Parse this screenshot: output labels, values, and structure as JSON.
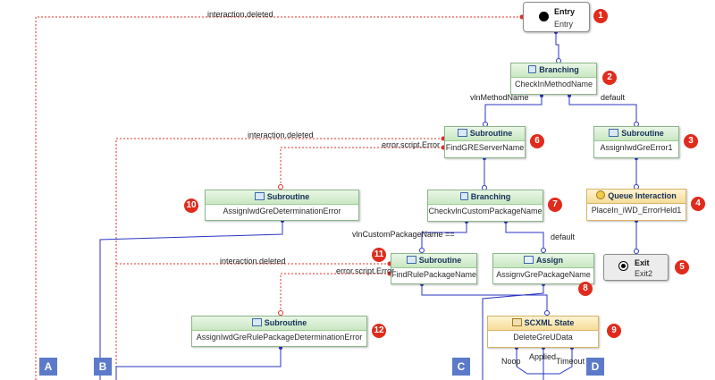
{
  "nodes": {
    "entry": {
      "title": "Entry",
      "subtitle": "Entry",
      "badge": "1"
    },
    "checkin_branching": {
      "type": "Branching",
      "name": "CheckInMethodName",
      "badge": "2"
    },
    "error1": {
      "type": "Subroutine",
      "name": "AssignIwdGreError1",
      "badge": "3"
    },
    "queue": {
      "type": "Queue Interaction",
      "name": "PlaceIn_iWD_ErrorHeld1",
      "badge": "4"
    },
    "exit": {
      "title": "Exit",
      "subtitle": "Exit2",
      "badge": "5"
    },
    "find_gre": {
      "type": "Subroutine",
      "name": "FindGREServerName",
      "badge": "6"
    },
    "check_custom": {
      "type": "Branching",
      "name": "CheckvlnCustomPackageName",
      "badge": "7"
    },
    "assign": {
      "type": "Assign",
      "name": "AssignvGrePackageName",
      "badge": "8"
    },
    "scxml": {
      "type": "SCXML State",
      "name": "DeleteGreUData",
      "badge": "9"
    },
    "gre_determination": {
      "type": "Subroutine",
      "name": "AssignIwdGreDeterminationError",
      "badge": "10"
    },
    "find_rule": {
      "type": "Subroutine",
      "name": "FindRulePackageName",
      "badge": "11"
    },
    "rule_determination": {
      "type": "Subroutine",
      "name": "AssignIwdGreRulePackageDeterminationError",
      "badge": "12"
    }
  },
  "edge_labels": {
    "interaction_deleted_top": "interaction.deleted",
    "vln_method_name": "vlnMethodName",
    "default_1": "default",
    "interaction_deleted_mid": "interaction.deleted",
    "error_script_1": "error.script.Error",
    "vln_custom_package": "vlnCustomPackageName ==",
    "default_2": "default",
    "interaction_deleted_low": "interaction.deleted",
    "error_script_2": "error.script.Error",
    "noop": "Noop",
    "applied": "Applied",
    "timeout": "Timeout"
  },
  "connectors": [
    "A",
    "B",
    "C",
    "D"
  ],
  "colors": {
    "flow": "#2a34c2",
    "error": "#e0302a",
    "badge": "#e02b1d",
    "connector": "#5b7ac9"
  }
}
